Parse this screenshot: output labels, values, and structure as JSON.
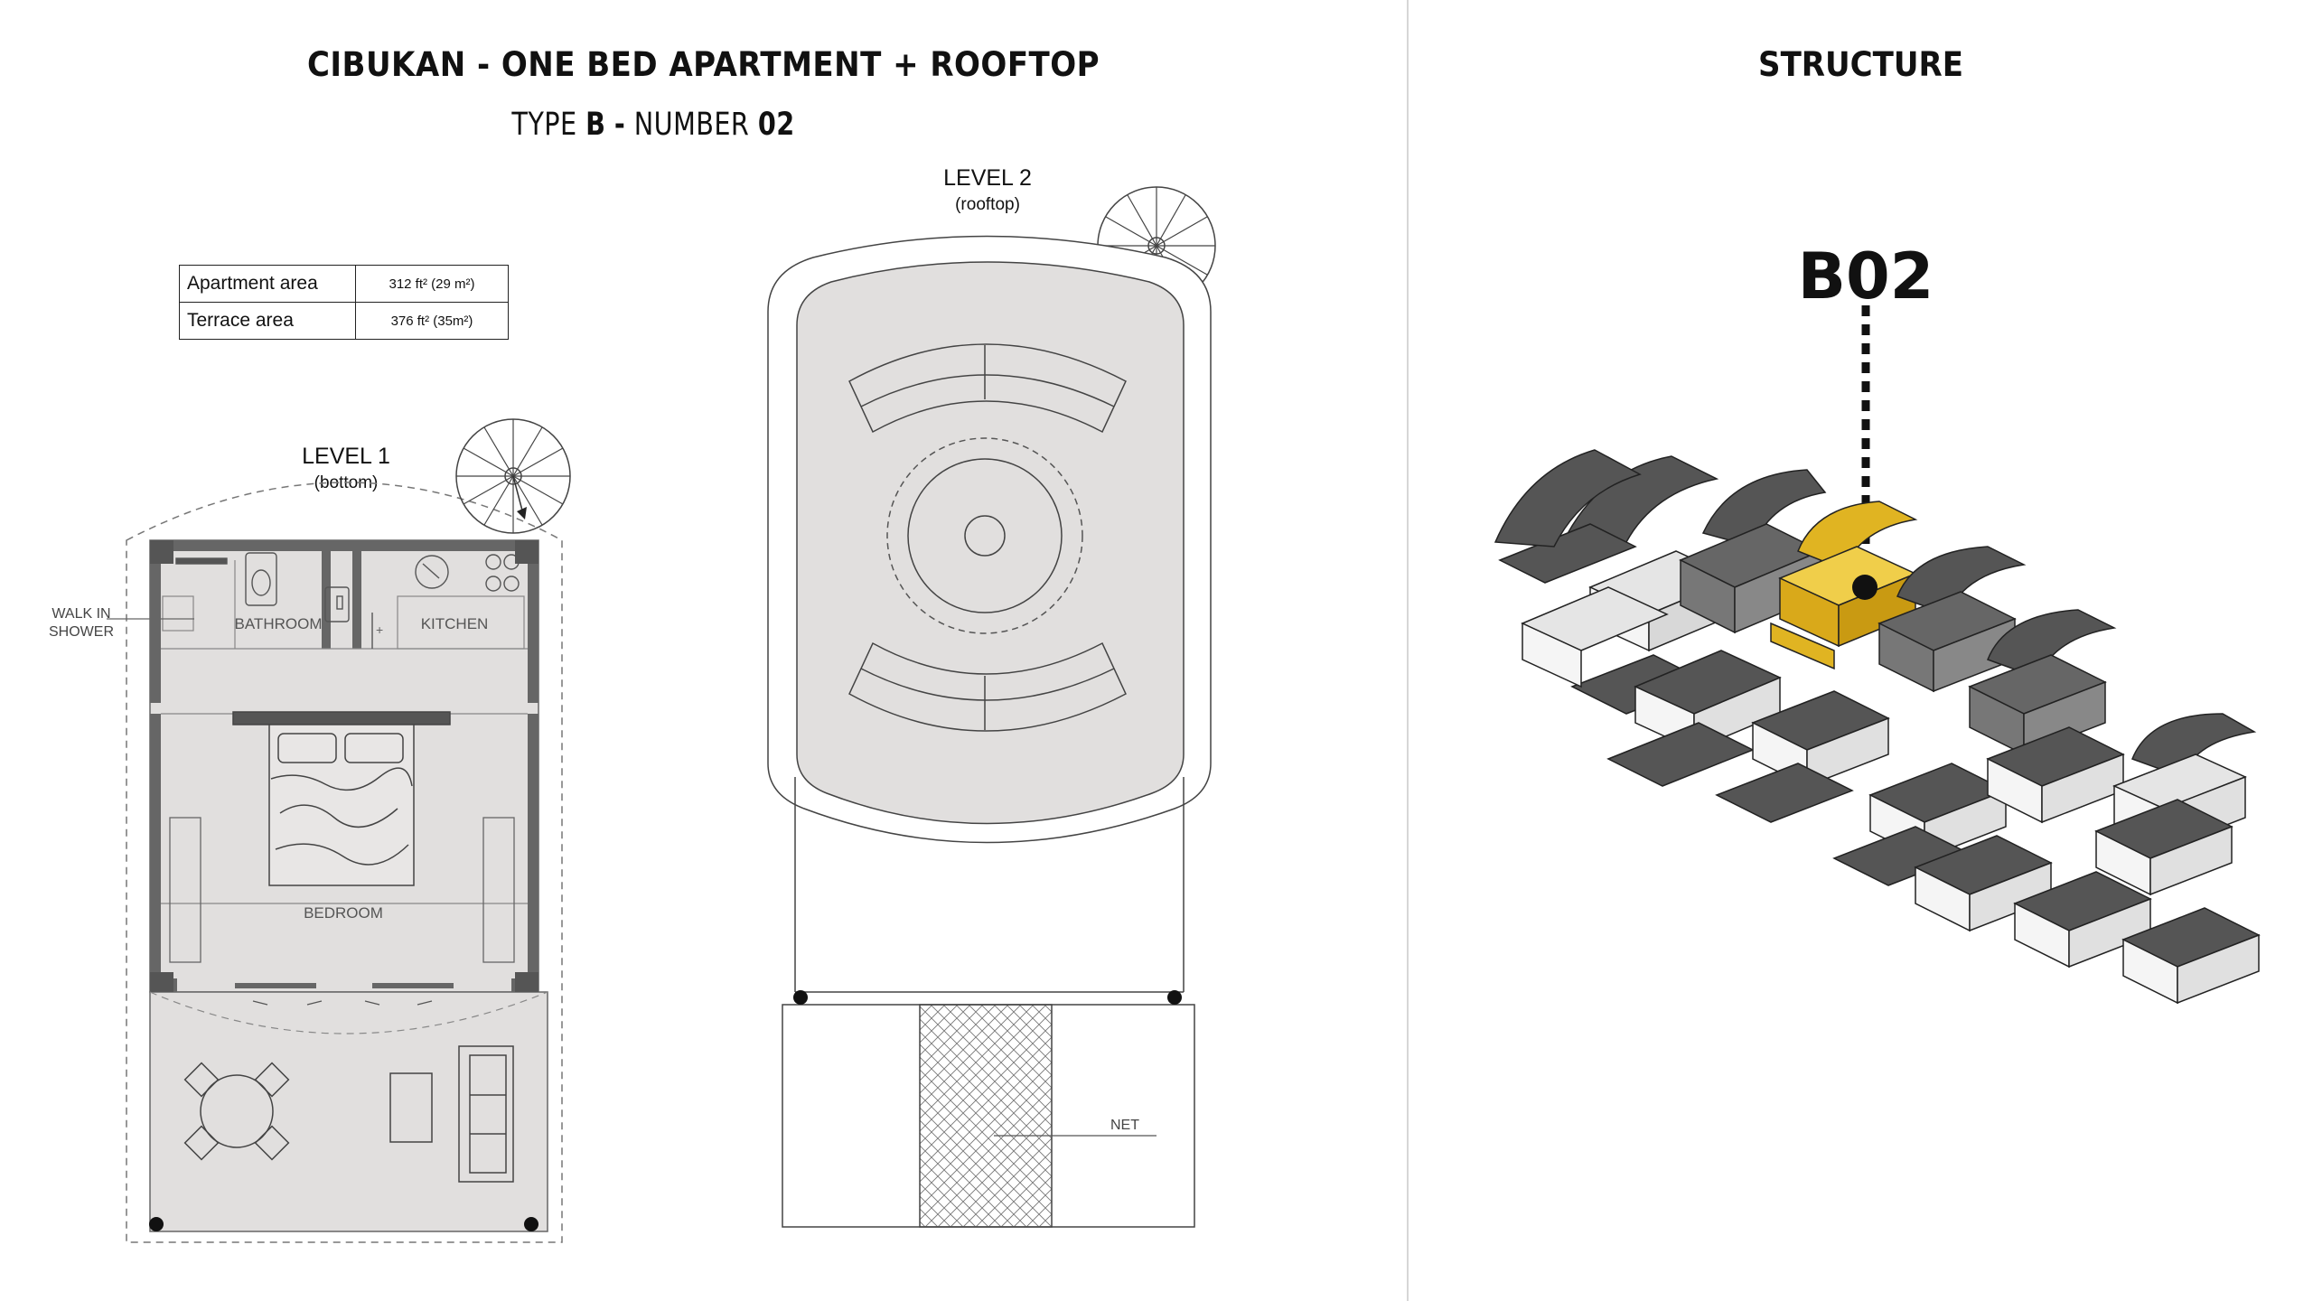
{
  "header": {
    "title": "CIBUKAN - ONE BED APARTMENT + ROOFTOP",
    "type_label": "TYPE",
    "type_value": "B",
    "separator": "-",
    "number_label": "NUMBER",
    "number_value": "02"
  },
  "structure": {
    "title": "STRUCTURE",
    "unit_label": "B02",
    "highlight_color": "#e0b422"
  },
  "area_table": [
    {
      "label": "Apartment area",
      "value": "312 ft² (29 m²)"
    },
    {
      "label": "Terrace area",
      "value": "376 ft² (35m²)"
    }
  ],
  "level1": {
    "title": "LEVEL 1",
    "subtitle": "(bottom)",
    "rooms": {
      "walk_in_shower_1": "WALK IN",
      "walk_in_shower_2": "SHOWER",
      "bathroom": "BATHROOM",
      "kitchen": "KITCHEN",
      "bedroom": "BEDROOM"
    }
  },
  "level2": {
    "title": "LEVEL 2",
    "subtitle": "(rooftop)",
    "net_label": "NET"
  },
  "colors": {
    "floor_fill": "#e1dfde",
    "wall": "#555555",
    "line": "#333333"
  }
}
